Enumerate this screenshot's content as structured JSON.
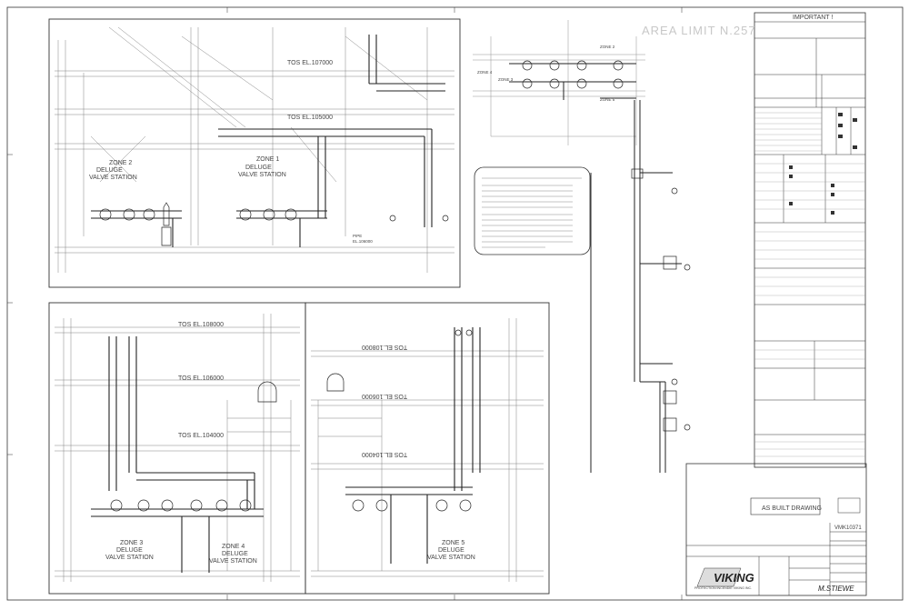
{
  "top_left_view": {
    "elevations": [
      "TOS EL.107000",
      "TOS EL.105000"
    ],
    "zone_left": "ZONE 2",
    "zone_right": "ZONE 1",
    "station_label": [
      "DELUGE",
      "VALVE STATION"
    ],
    "pipe_note": [
      "PIPE",
      "EL.106000"
    ]
  },
  "bottom_left_view": {
    "elevations": [
      "TOS EL.108000",
      "TOS EL.106000",
      "TOS EL.104000"
    ],
    "zone_left": "ZONE 3",
    "zone_right": "ZONE 4",
    "station_label": [
      "DELUGE",
      "VALVE STATION"
    ]
  },
  "bottom_right_view": {
    "elevations_mirrored": [
      "TOS EL.108000",
      "TOS EL.106000",
      "TOS EL.104000"
    ],
    "zone": "ZONE 5",
    "station_label": [
      "DELUGE",
      "VALVE STATION"
    ]
  },
  "plan_view": {
    "area_limit": "AREA LIMIT N.257",
    "zones": [
      "ZONE 2",
      "ZONE 4",
      "ZONE 3",
      "ZONE 5"
    ]
  },
  "title_block": {
    "important_header": "IMPORTANT !",
    "drawing_status": "AS BUILT DRAWING",
    "drawing_number": "VMK10371",
    "company": "VIKING",
    "tagline": "PROTECTION INCENDIE VIKING INC.",
    "signature_hint": "M.STIEWE"
  },
  "colors": {
    "line": "#333333",
    "faint": "#9a9a9a",
    "ghost": "#c8c8c8"
  }
}
